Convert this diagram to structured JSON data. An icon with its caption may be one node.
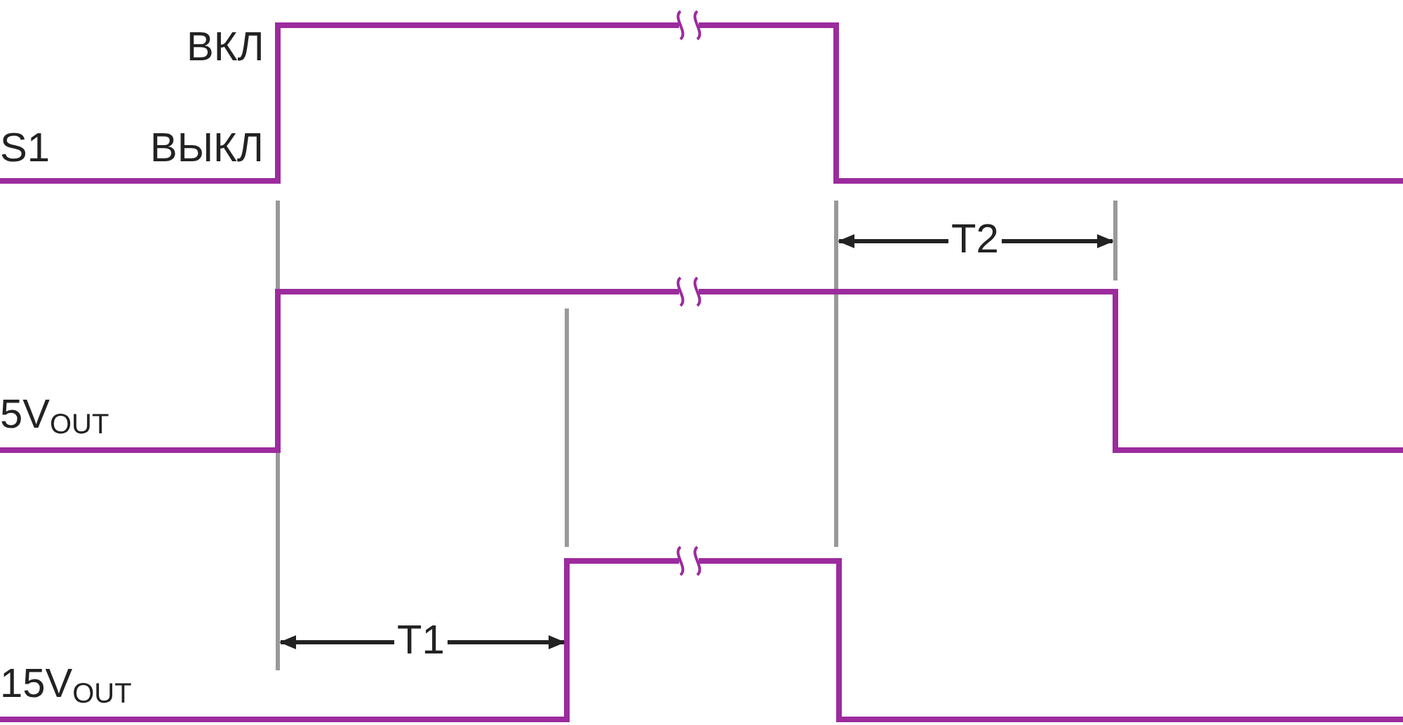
{
  "diagram": {
    "labels": [
      "ВКЛ",
      "S1",
      "ВЫКЛ",
      "T2",
      "5V$_{OUT}$",
      "T1",
      "15V$_{OUT}$"
    ]
  }
}
